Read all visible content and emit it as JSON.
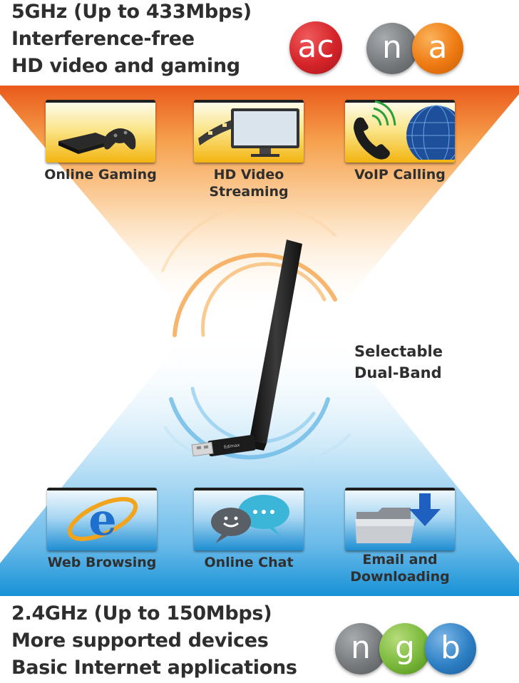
{
  "top": {
    "lines": [
      "5GHz (Up to 433Mbps)",
      "Interference-free",
      "HD video and gaming"
    ],
    "badges": [
      {
        "text": "ac",
        "color": "#d4242a",
        "icon": "ac-badge-icon"
      },
      {
        "text": "n",
        "color": "#777a7d",
        "icon": "n-badge-icon"
      },
      {
        "text": "a",
        "color": "#ee7a12",
        "icon": "a-badge-icon"
      }
    ],
    "tiles": [
      {
        "label_lines": [
          "Online Gaming"
        ],
        "icon": "game-console-icon"
      },
      {
        "label_lines": [
          "HD Video",
          "Streaming"
        ],
        "icon": "film-monitor-icon"
      },
      {
        "label_lines": [
          "VoIP Calling"
        ],
        "icon": "phone-globe-icon"
      }
    ]
  },
  "center": {
    "label_lines": [
      "Selectable",
      "Dual-Band"
    ],
    "device_icon": "usb-wifi-adapter-icon",
    "device_brand": "Edimax"
  },
  "bottom": {
    "lines": [
      "2.4GHz (Up to 150Mbps)",
      "More supported devices",
      "Basic Internet applications"
    ],
    "badges": [
      {
        "text": "n",
        "color": "#777a7d",
        "icon": "n-badge-icon"
      },
      {
        "text": "g",
        "color": "#79b83a",
        "icon": "g-badge-icon"
      },
      {
        "text": "b",
        "color": "#2d7fc4",
        "icon": "b-badge-icon"
      }
    ],
    "tiles": [
      {
        "label_lines": [
          "Web Browsing"
        ],
        "icon": "web-browser-icon"
      },
      {
        "label_lines": [
          "Online Chat"
        ],
        "icon": "chat-bubbles-icon"
      },
      {
        "label_lines": [
          "Email and",
          "Downloading"
        ],
        "icon": "folder-download-icon"
      }
    ]
  },
  "colors": {
    "band_top": "#ee6a1e",
    "band_bottom": "#1e9ad9",
    "text": "#2e2e2e"
  }
}
